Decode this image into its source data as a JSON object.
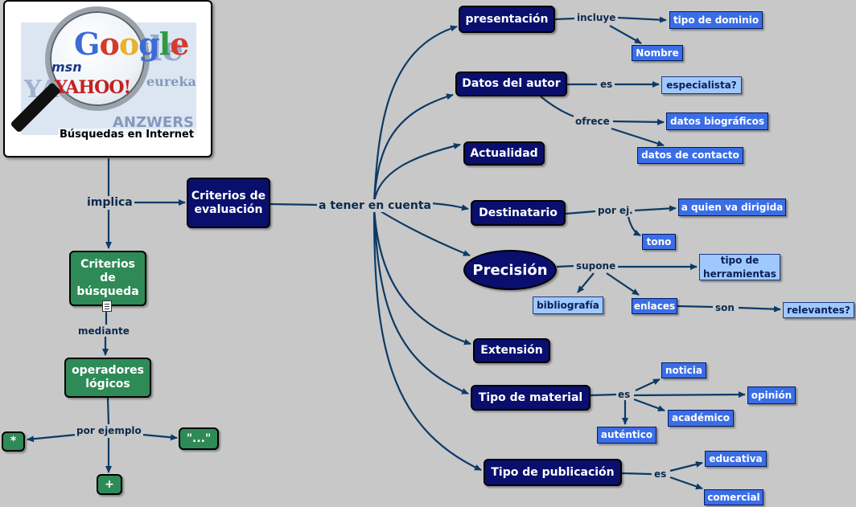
{
  "image_card": {
    "caption": "Búsquedas en Internet",
    "logo_google": "Google",
    "logo_yahoo": "YAHOO!",
    "logo_msn": "msn",
    "logo_anzwers": "ANZWERS",
    "logo_eureka": "eureka"
  },
  "nodes": {
    "criterios_evaluacion": "Criterios de evaluación",
    "criterios_busqueda": "Criterios de búsqueda",
    "operadores_logicos": "operadores lógicos",
    "op_asterisco": "*",
    "op_comillas": "\"...\"",
    "op_mas": "+",
    "presentacion": "presentación",
    "tipo_dominio": "tipo de dominio",
    "nombre": "Nombre",
    "datos_autor": "Datos del autor",
    "especialista": "especialista?",
    "datos_biograficos": "datos biográficos",
    "datos_contacto": "datos de contacto",
    "actualidad": "Actualidad",
    "destinatario": "Destinatario",
    "a_quien": "a quien va dirigida",
    "tono": "tono",
    "precision": "Precisión",
    "tipo_herramientas": "tipo de herramientas",
    "bibliografia": "bibliografía",
    "enlaces": "enlaces",
    "relevantes": "relevantes?",
    "extension": "Extensión",
    "tipo_material": "Tipo de material",
    "noticia": "noticia",
    "opinion": "opinión",
    "academico": "académico",
    "autentico": "auténtico",
    "tipo_publicacion": "Tipo de publicación",
    "educativa": "educativa",
    "comercial": "comercial"
  },
  "labels": {
    "implica": "implica",
    "mediante": "mediante",
    "por_ejemplo": "por ejemplo",
    "a_tener_en_cuenta": "a tener en cuenta",
    "incluye": "incluye",
    "es_autor": "es",
    "ofrece": "ofrece",
    "por_ej": "por ej.",
    "supone": "supone",
    "son": "son",
    "es_material": "es",
    "es_publicacion": "es"
  },
  "colors": {
    "background": "#c8c8c8",
    "link": "#0c3a66",
    "navy_node": "#0a0f6e",
    "green_node": "#2e8b57",
    "blue_node": "#3b6ee6",
    "light_blue_node": "#9fc8ff"
  },
  "icons": {
    "attachment": "document-icon"
  }
}
